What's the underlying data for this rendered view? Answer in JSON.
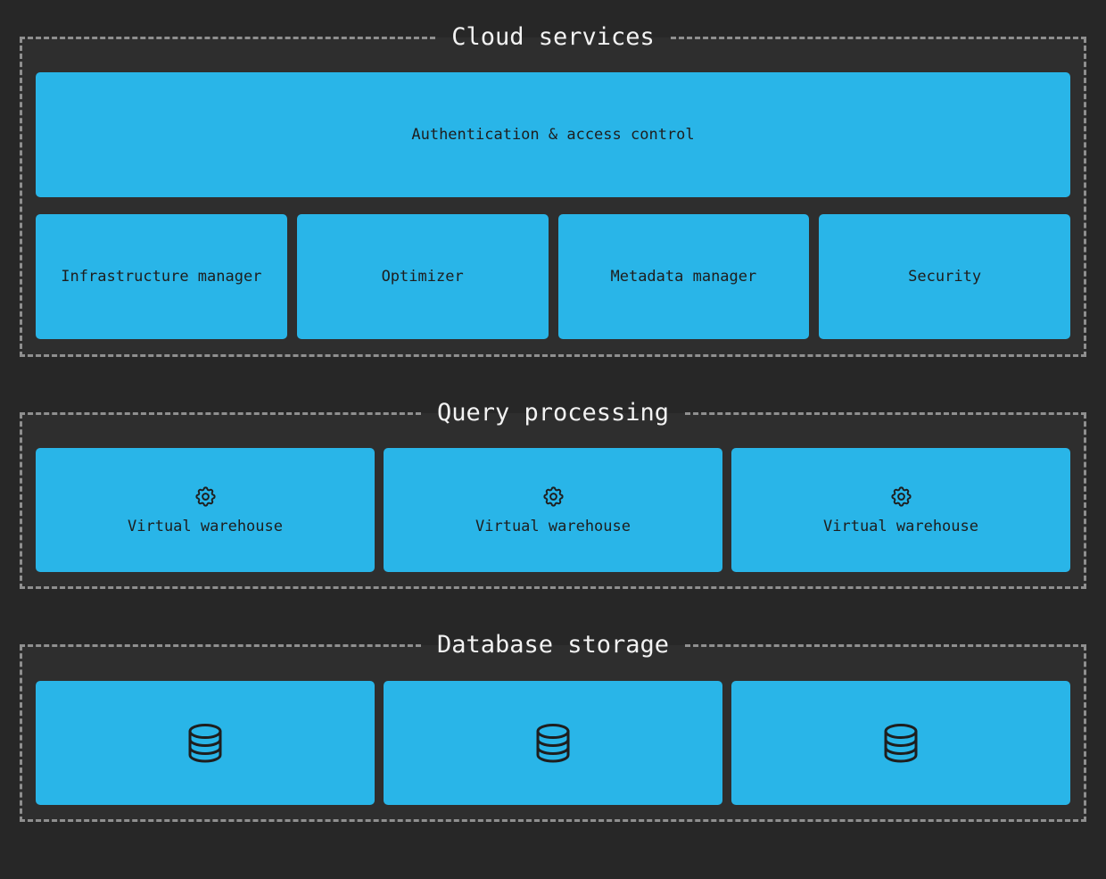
{
  "theme": {
    "page_bg": "#272727",
    "section_bg": "#2e2e2e",
    "node_bg": "#29b5e8",
    "node_text": "#1e1e1e",
    "dash": "#8f8f8f",
    "title_text": "#f2f2f2"
  },
  "sections": [
    {
      "title": "Cloud services",
      "wide_node": {
        "label": "Authentication & access control"
      },
      "nodes": [
        {
          "label": "Infrastructure manager"
        },
        {
          "label": "Optimizer"
        },
        {
          "label": "Metadata manager"
        },
        {
          "label": "Security"
        }
      ]
    },
    {
      "title": "Query processing",
      "nodes": [
        {
          "icon": "gear-icon",
          "label": "Virtual warehouse"
        },
        {
          "icon": "gear-icon",
          "label": "Virtual warehouse"
        },
        {
          "icon": "gear-icon",
          "label": "Virtual warehouse"
        }
      ]
    },
    {
      "title": "Database storage",
      "nodes": [
        {
          "icon": "database-icon"
        },
        {
          "icon": "database-icon"
        },
        {
          "icon": "database-icon"
        }
      ]
    }
  ]
}
